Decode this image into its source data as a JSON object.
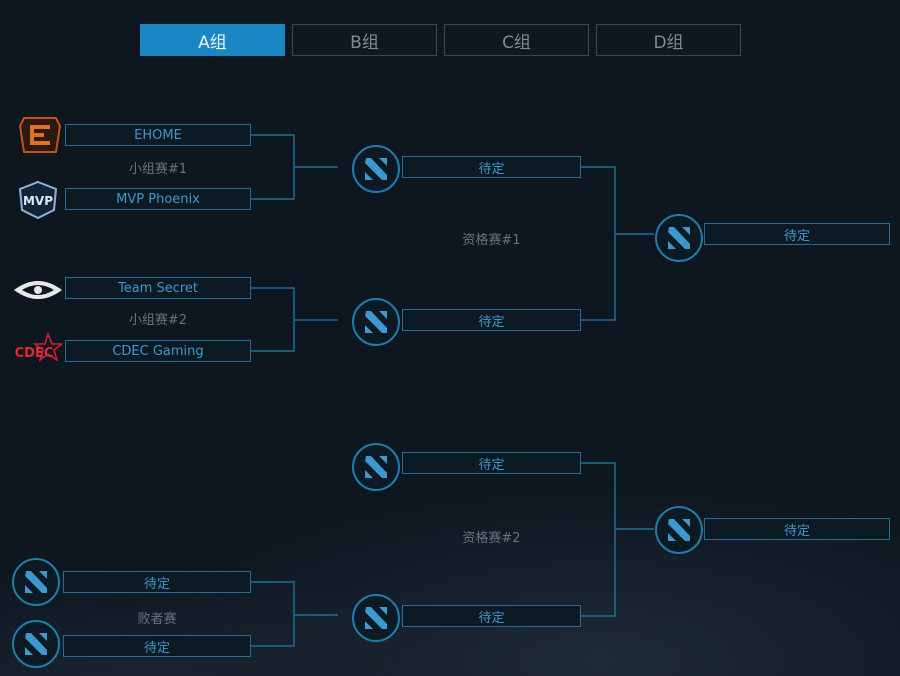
{
  "tabs": [
    {
      "label": "A组",
      "active": true
    },
    {
      "label": "B组",
      "active": false
    },
    {
      "label": "C组",
      "active": false
    },
    {
      "label": "D组",
      "active": false
    }
  ],
  "group_stage": {
    "match1": {
      "label": "小组赛#1",
      "team_top": "EHOME",
      "team_bottom": "MVP Phoenix"
    },
    "match2": {
      "label": "小组赛#2",
      "team_top": "Team Secret",
      "team_bottom": "CDEC Gaming"
    }
  },
  "qualifier1": {
    "label": "资格赛#1",
    "slot_top": "待定",
    "slot_bottom": "待定",
    "winner": "待定"
  },
  "qualifier2": {
    "label": "资格赛#2",
    "slot_top": "待定",
    "slot_bottom": "待定",
    "winner": "待定"
  },
  "losers": {
    "label": "败者赛",
    "slot_top": "待定",
    "slot_bottom": "待定"
  },
  "colors": {
    "accent": "#1a87c4",
    "line": "#1f6f98",
    "slot_text": "#3d98cf",
    "label_text": "#6a737c"
  }
}
